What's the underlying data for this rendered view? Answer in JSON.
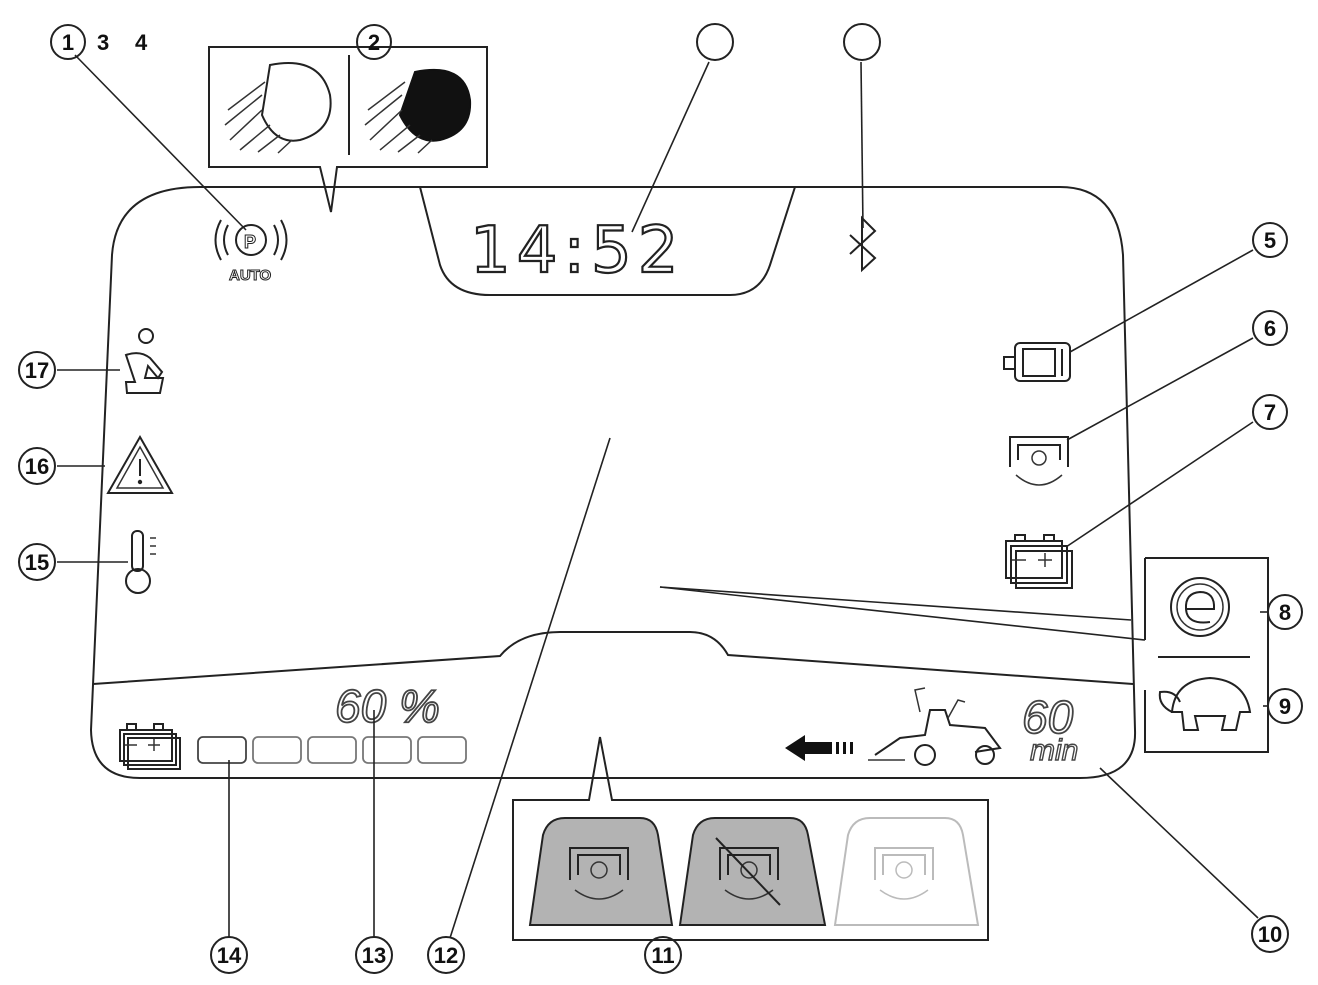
{
  "display": {
    "clock": "14:52",
    "parking_brake_label": "AUTO",
    "battery_percent": "60 %",
    "battery_segments_total": 5,
    "battery_segments_filled": 1,
    "remaining_time_value": "60",
    "remaining_time_unit": "min"
  },
  "header_labels": {
    "a": "3",
    "b": "4"
  },
  "callouts": [
    "1",
    "2",
    "5",
    "6",
    "7",
    "8",
    "9",
    "10",
    "11",
    "12",
    "13",
    "14",
    "15",
    "16",
    "17"
  ],
  "icons": [
    "parking-brake-auto-icon",
    "low-beam-headlight-icon",
    "high-beam-headlight-icon",
    "bluetooth-icon",
    "trailer-icon",
    "pto-engaged-icon",
    "battery-stack-icon",
    "eco-mode-icon",
    "turtle-slow-mode-icon",
    "mower-range-icon",
    "seat-occupant-icon",
    "warning-triangle-icon",
    "temperature-icon",
    "pto-on-icon",
    "pto-off-icon",
    "pto-standby-icon"
  ]
}
